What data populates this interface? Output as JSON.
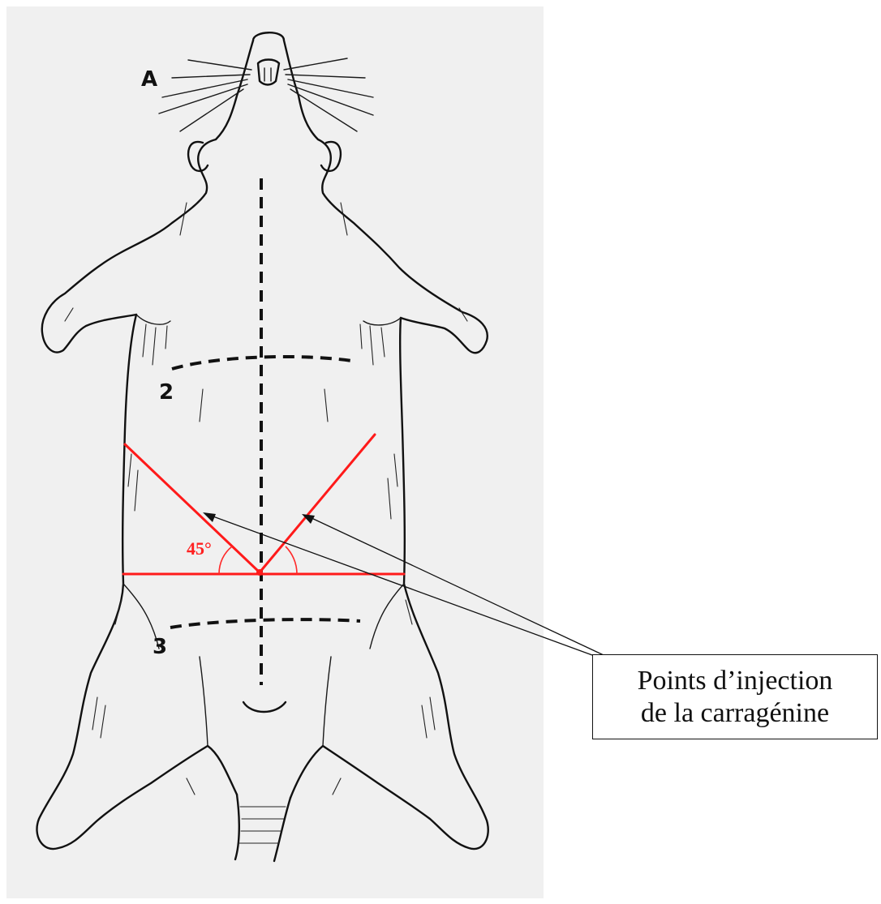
{
  "figure": {
    "panel_letter": "A",
    "incision_label_upper": "2",
    "incision_label_lower": "3",
    "angle_label": "45°",
    "caption_line1": "Points d’injection",
    "caption_line2": "de la carragénine",
    "injection_line_color": "#ff1a1a",
    "illustration": "rat-ventral-view-drawing"
  }
}
